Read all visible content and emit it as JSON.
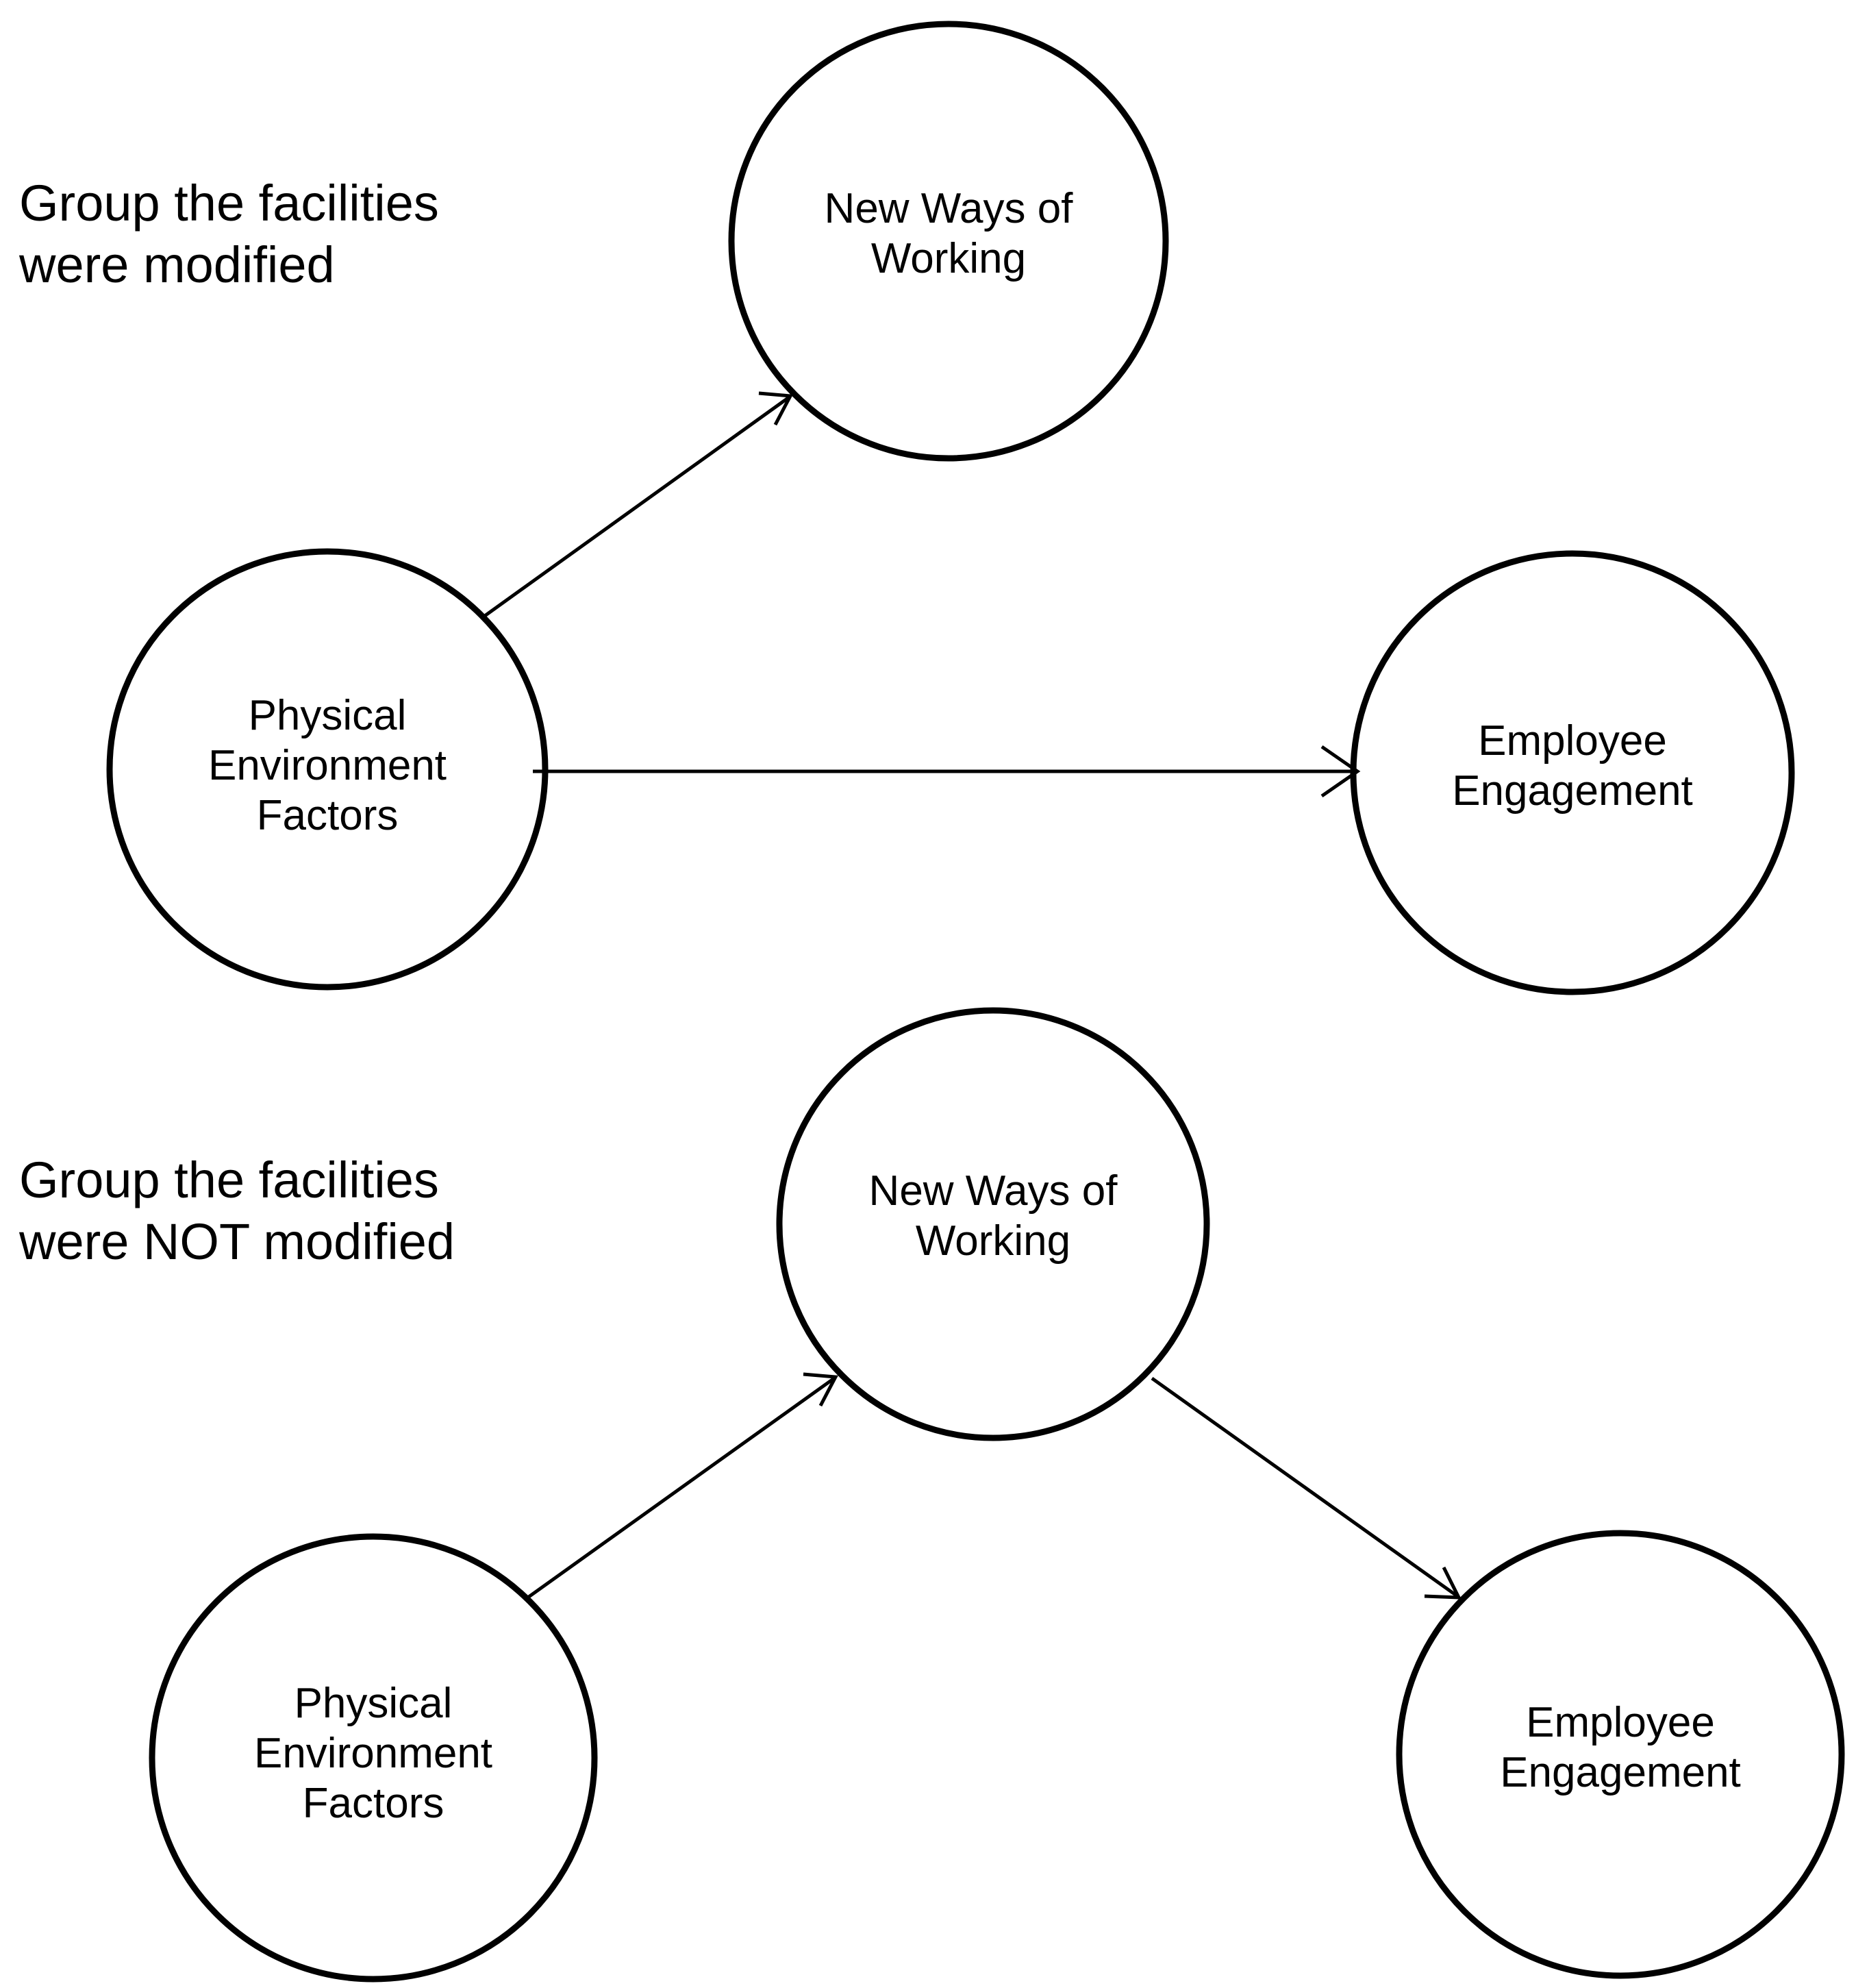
{
  "figure": {
    "type": "path-diagram",
    "background_color": "#ffffff",
    "stroke_color": "#000000",
    "panels": [
      {
        "id": "panel-modified",
        "caption": "Group the facilities\nwere modified",
        "nodes": [
          {
            "id": "nwow-top",
            "label": "New Ways of\nWorking"
          },
          {
            "id": "pef-top",
            "label": "Physical\nEnvironment\nFactors"
          },
          {
            "id": "ee-top",
            "label": "Employee\nEngagement"
          }
        ],
        "edges": [
          {
            "from": "pef-top",
            "to": "nwow-top",
            "direction": "up-right",
            "arrowhead": "open-v"
          },
          {
            "from": "pef-top",
            "to": "ee-top",
            "direction": "right",
            "arrowhead": "open-v"
          }
        ]
      },
      {
        "id": "panel-not-modified",
        "caption": "Group the facilities\nwere NOT modified",
        "nodes": [
          {
            "id": "nwow-bottom",
            "label": "New Ways of\nWorking"
          },
          {
            "id": "pef-bottom",
            "label": "Physical\nEnvironment\nFactors"
          },
          {
            "id": "ee-bottom",
            "label": "Employee\nEngagement"
          }
        ],
        "edges": [
          {
            "from": "pef-bottom",
            "to": "nwow-bottom",
            "direction": "up-right",
            "arrowhead": "open-v"
          },
          {
            "from": "nwow-bottom",
            "to": "ee-bottom",
            "direction": "down-right",
            "arrowhead": "open-v"
          }
        ]
      }
    ]
  }
}
